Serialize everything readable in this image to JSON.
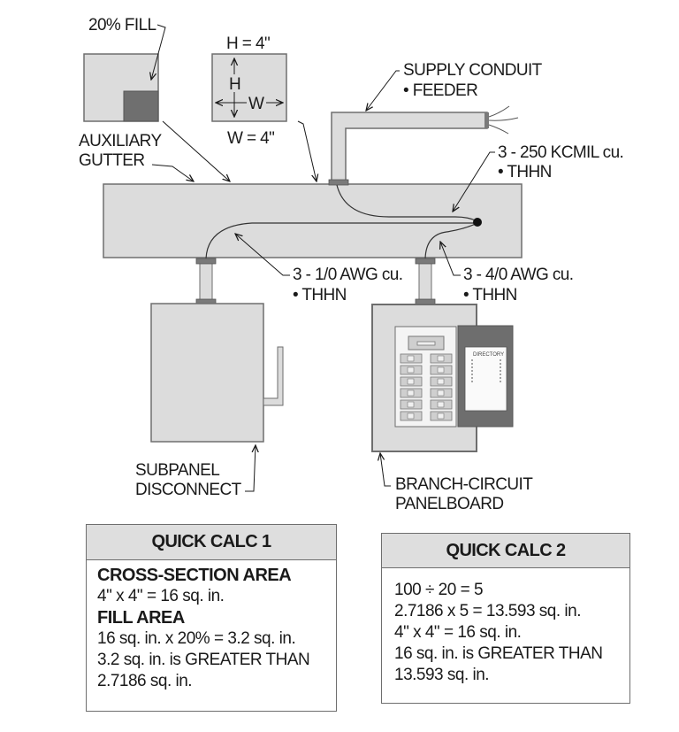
{
  "colors": {
    "box_fill": "#dcdcdc",
    "outline": "#6e6e6e",
    "fill_dark": "#6f6f6f",
    "coupling": "#7a7a7a",
    "text": "#1a1a1a",
    "door": "#6e6e6e"
  },
  "labels": {
    "fill_pct": "20% FILL",
    "height_top": "H = 4\"",
    "h_letter": "H",
    "w_letter": "W",
    "width_bottom": "W = 4\"",
    "aux_line1": "AUXILIARY",
    "aux_line2": "GUTTER",
    "supply_line1": "SUPPLY CONDUIT",
    "supply_line2": "• FEEDER",
    "kcmil_line1": "3 - 250 KCMIL cu.",
    "kcmil_line2": "• THHN",
    "awg10_line1": "3 - 1/0 AWG cu.",
    "awg10_line2": "• THHN",
    "awg40_line1": "3 - 4/0 AWG cu.",
    "awg40_line2": "• THHN",
    "subpanel_line1": "SUBPANEL",
    "subpanel_line2": "DISCONNECT",
    "branch_line1": "BRANCH-CIRCUIT",
    "branch_line2": "PANELBOARD",
    "directory": "DIRECTORY"
  },
  "calc1": {
    "title": "QUICK CALC 1",
    "lines": [
      {
        "text": "CROSS-SECTION AREA",
        "bold": true
      },
      {
        "text": "4\" x 4\" = 16 sq. in.",
        "bold": false
      },
      {
        "text": "FILL AREA",
        "bold": true
      },
      {
        "text": "16 sq. in. x 20% = 3.2 sq. in.",
        "bold": false
      },
      {
        "text": "3.2 sq. in. is GREATER THAN",
        "bold": false
      },
      {
        "text": "2.7186 sq. in.",
        "bold": false
      }
    ]
  },
  "calc2": {
    "title": "QUICK CALC 2",
    "lines": [
      {
        "text": "100 ÷ 20 = 5",
        "bold": false
      },
      {
        "text": "2.7186 x 5 = 13.593 sq. in.",
        "bold": false
      },
      {
        "text": "4\" x 4\" = 16 sq. in.",
        "bold": false
      },
      {
        "text": "16 sq. in. is GREATER THAN",
        "bold": false
      },
      {
        "text": "13.593 sq. in.",
        "bold": false
      }
    ]
  },
  "values": {
    "fill_fraction": 0.2
  }
}
